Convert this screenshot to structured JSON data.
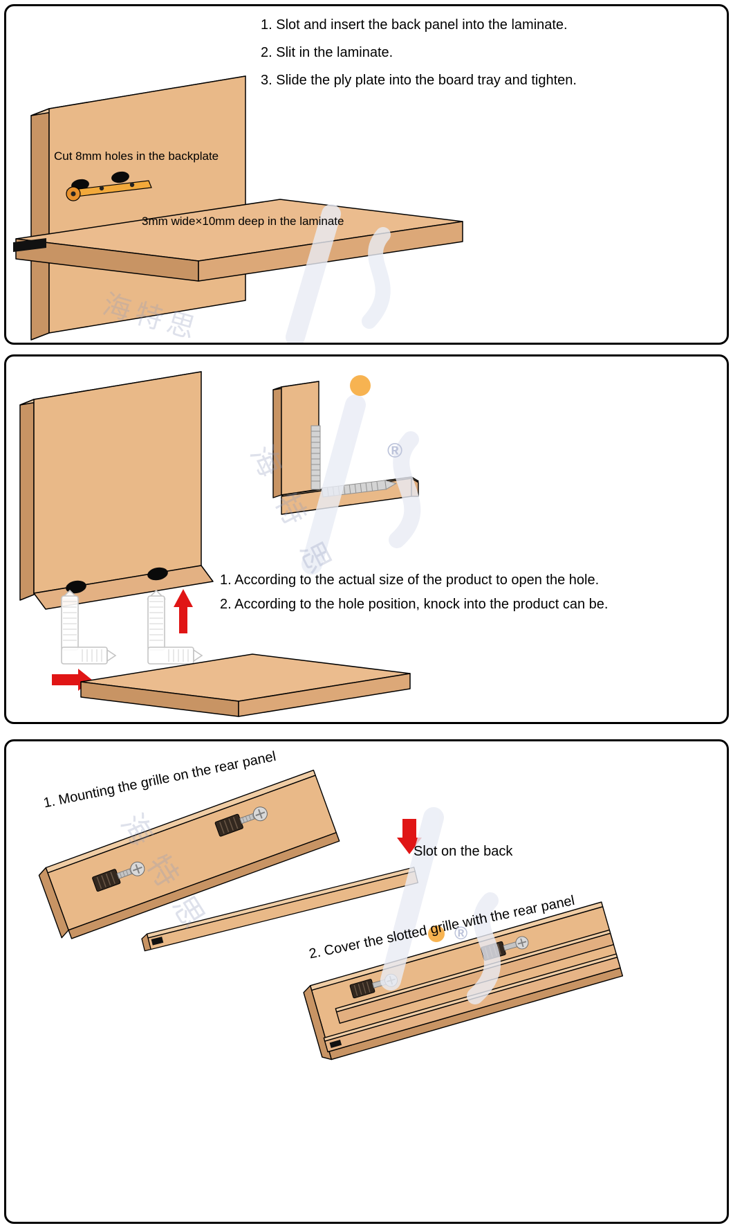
{
  "colors": {
    "wood": "#E9B988",
    "wood_dark": "#C89464",
    "wood_light": "#F0CDA5",
    "wood_mid": "#DCA878",
    "arrow_red": "#E01515",
    "bracket_yellow": "#F2A93B",
    "watermark": "#E9ECF5",
    "watermark_orange": "#F6A126"
  },
  "panel1": {
    "steps": [
      "1. Slot and insert the back panel into the laminate.",
      "2. Slit in the laminate.",
      "3. Slide the ply plate into the board tray and tighten."
    ],
    "backplate_label": "Cut 8mm holes in the backplate",
    "laminate_label": "3mm wide×10mm deep in the laminate"
  },
  "panel2": {
    "steps": [
      "1. According to the actual size of the product to open the hole.",
      "2. According to the hole position, knock into the product can be."
    ]
  },
  "panel3": {
    "step1_label": "1. Mounting the grille on the rear panel",
    "slot_label": "Slot on the back",
    "step2_label": "2. Cover the slotted grille with the rear panel"
  },
  "watermark": {
    "registered": "®",
    "cjk": "海特思"
  }
}
